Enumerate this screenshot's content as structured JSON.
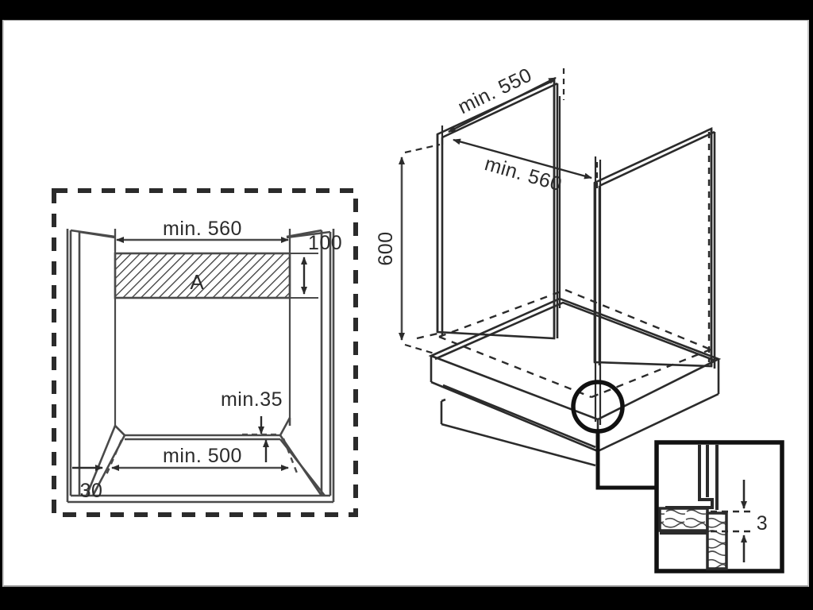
{
  "document": {
    "type": "installation-dimension-drawing",
    "title": "Built-in oven cabinet cut-out dimensions",
    "background": "#ffffff",
    "letterbox_color": "#000000",
    "line_color": "#2b2b2b",
    "text_color": "#2b2b2b"
  },
  "front_view": {
    "name": "front-elevation-cutout",
    "boundary_style": "dashed",
    "dimensions": {
      "width_label": "min. 560",
      "top_panel_height_label": "100",
      "base_depth_label": "min. 500",
      "base_gap_label": "min.35",
      "side_clearance_label": "30"
    },
    "hatched_area_label": "A"
  },
  "iso_view": {
    "name": "isometric-cabinet",
    "dimensions": {
      "depth_label": "min. 550",
      "width_label": "min. 560",
      "height_label": "600"
    },
    "detail_callout": {
      "name": "detail-circle",
      "box_dimension_label": "3"
    }
  },
  "labels": {
    "min560_front": "min. 560",
    "hundred": "100",
    "min500": "min. 500",
    "min35": "min.35",
    "thirty": "30",
    "min550": "min. 550",
    "min560_iso": "min. 560",
    "six_hundred": "600",
    "three": "3",
    "area_a": "A"
  }
}
